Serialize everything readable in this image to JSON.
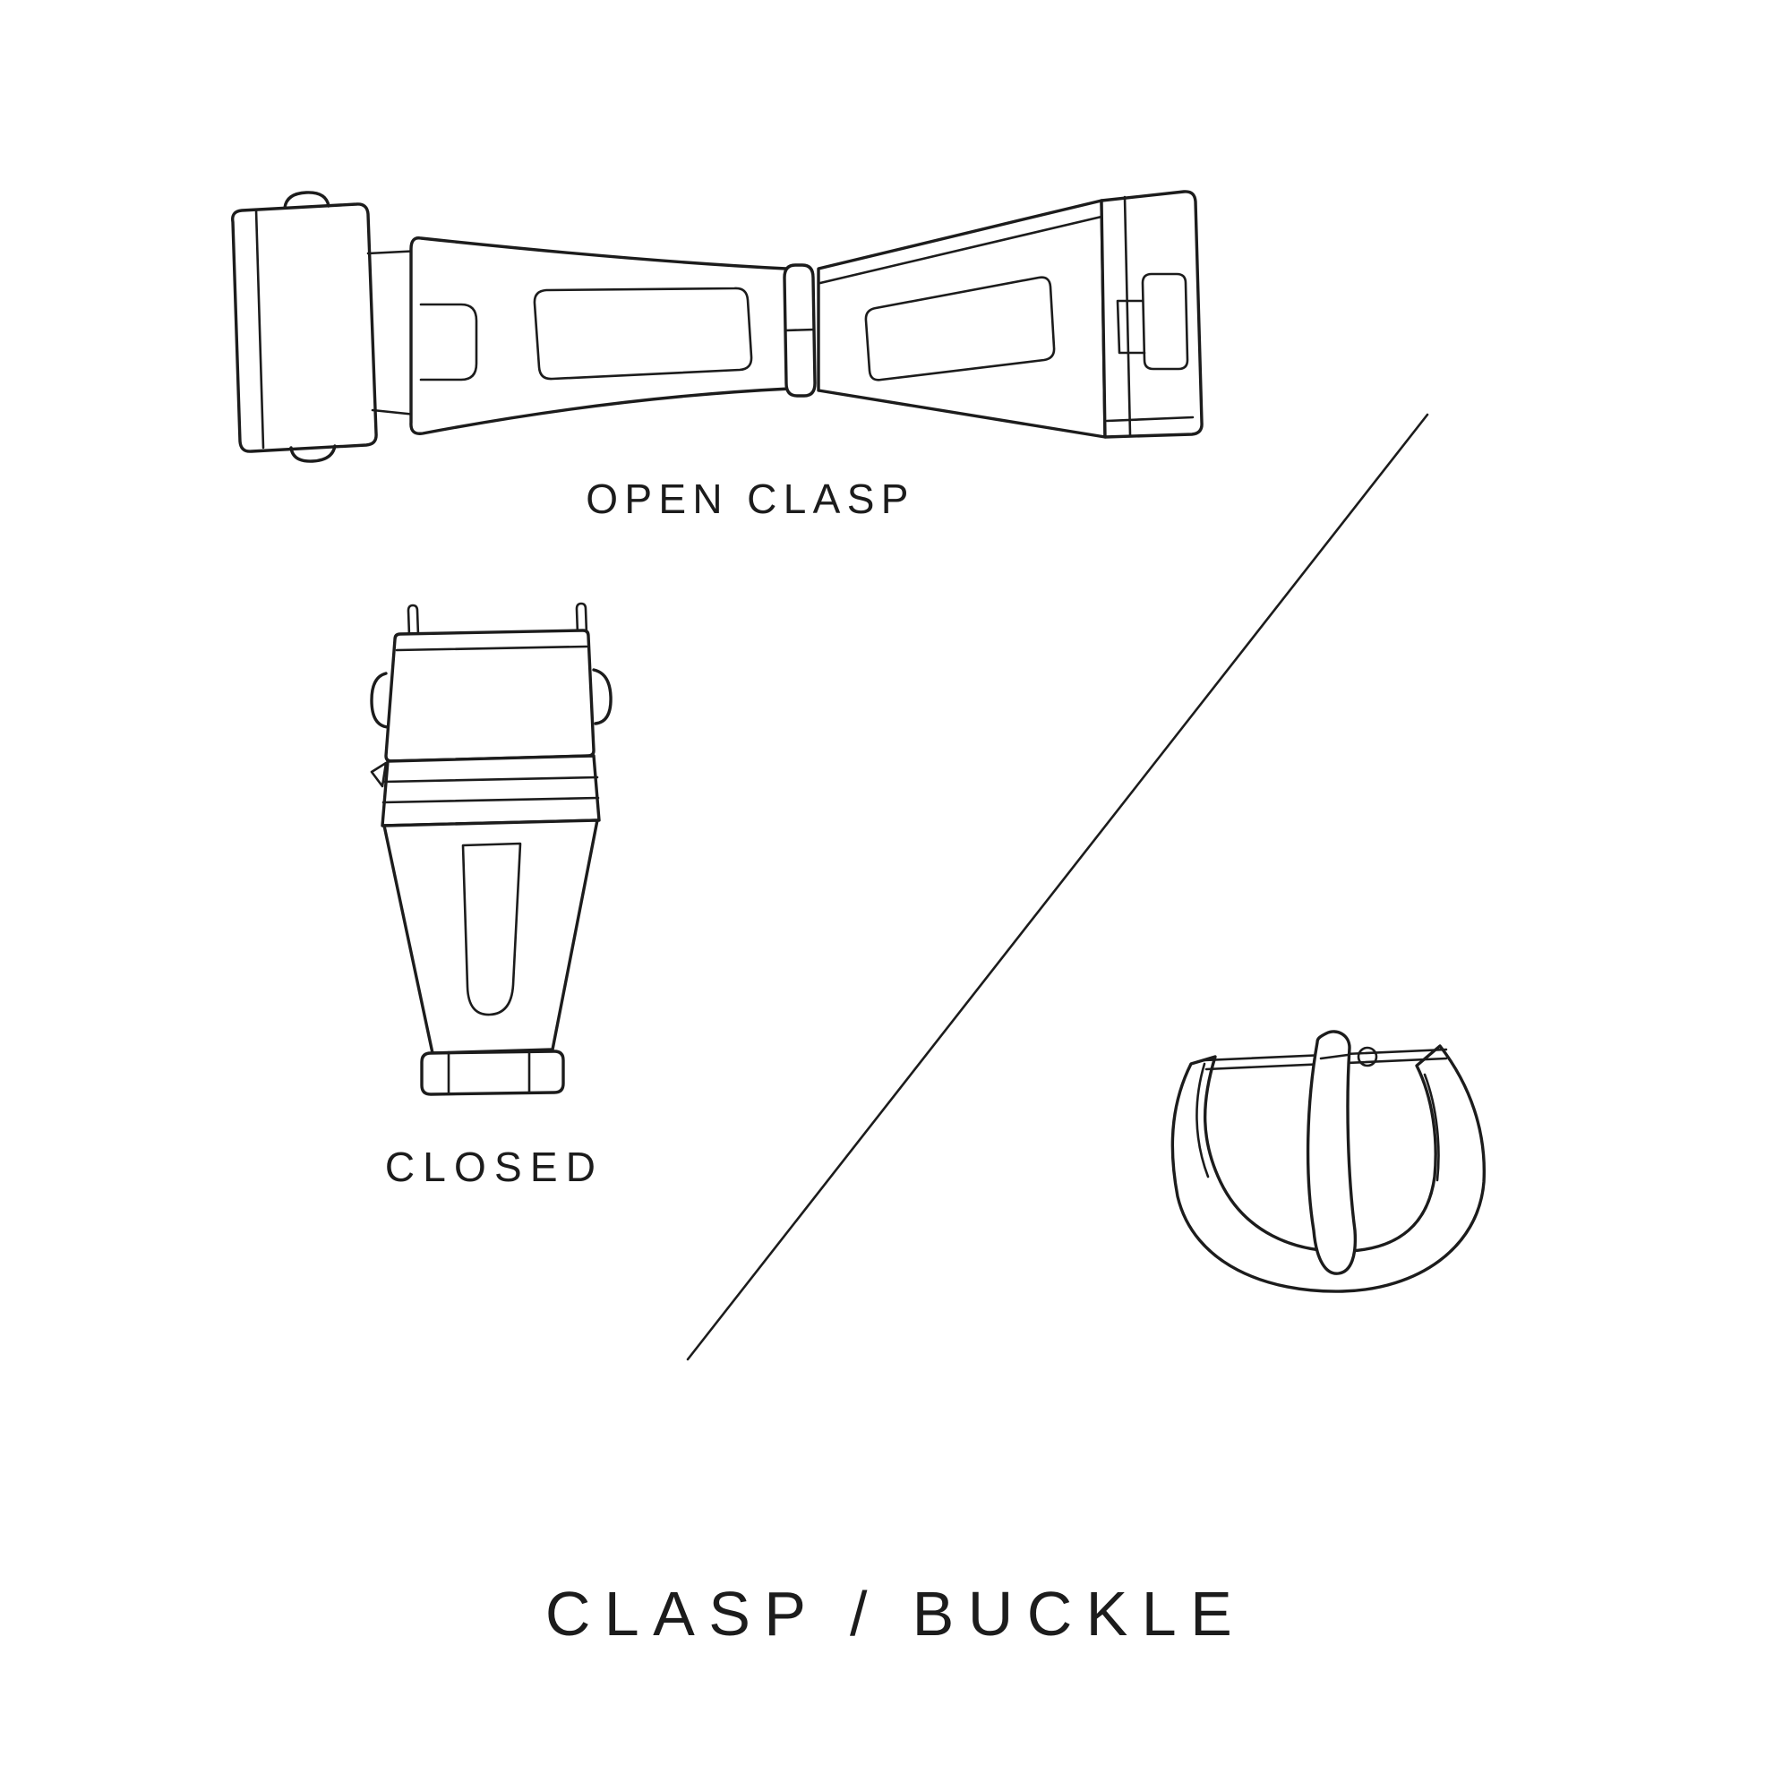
{
  "page": {
    "background": "#ffffff",
    "ink_color": "#1c1c1c",
    "title": "CLASP / BUCKLE"
  },
  "labels": {
    "open_clasp": "OPEN CLASP",
    "closed": "CLOSED"
  },
  "illustrations": {
    "open_clasp": "line drawing of an opened deployant watch clasp, viewed flat from above",
    "closed_clasp": "line drawing of the same watch clasp folded closed, viewed from above",
    "buckle": "line drawing of a tang buckle with pin and tongue",
    "divider": "thin diagonal line separating clasp drawings from buckle drawing"
  }
}
